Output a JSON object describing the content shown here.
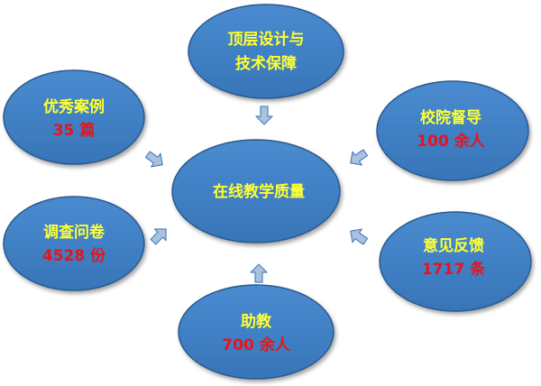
{
  "colors": {
    "node_fill": "#3f7fc4",
    "node_stroke": "#2b5a8e",
    "label_color": "#ffff33",
    "value_color": "#e8131b",
    "arrow_fill": "#a9c2de",
    "arrow_stroke": "#4f81bd"
  },
  "center": {
    "label": "在线教学质量"
  },
  "nodes": {
    "top": {
      "line1": "顶层设计与",
      "line2": "技术保障"
    },
    "top_left": {
      "label": "优秀案例",
      "value": "35 篇"
    },
    "top_right": {
      "label": "校院督导",
      "value": "100 余人"
    },
    "mid_left": {
      "label": "调查问卷",
      "value": "4528 份"
    },
    "mid_right": {
      "label": "意见反馈",
      "value": "1717 条"
    },
    "bottom": {
      "label": "助教",
      "value": "700 余人"
    }
  }
}
